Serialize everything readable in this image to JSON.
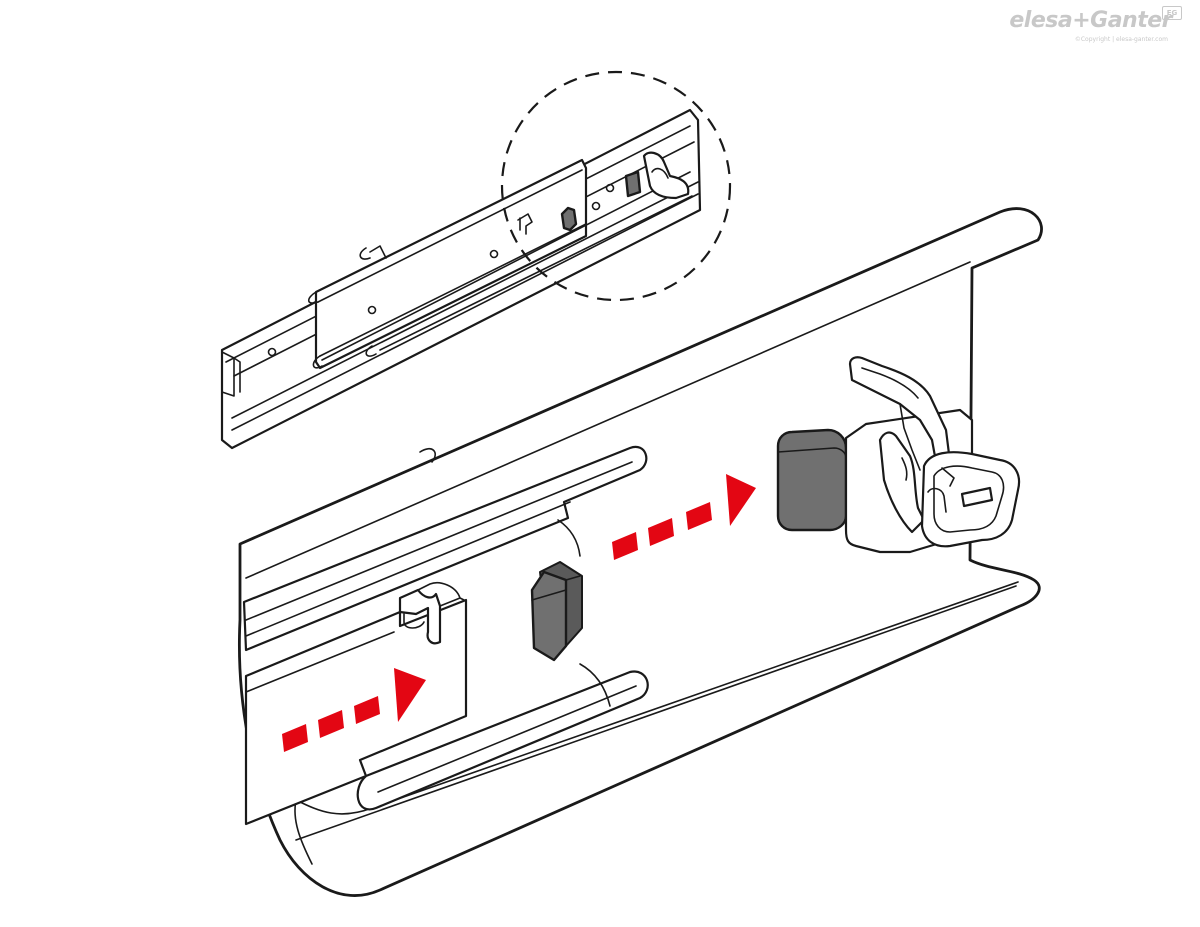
{
  "brand": {
    "logo_text": "elesa+Ganter",
    "badge_text": "EG",
    "copyright": "©Copyright | elesa-ganter.com"
  },
  "diagram": {
    "overview_view": "telescopic-slide",
    "detail_view": "magnified-detail",
    "arrow_color": "#e30613",
    "stop_color": "#707070",
    "line_color": "#1a1a1a"
  }
}
